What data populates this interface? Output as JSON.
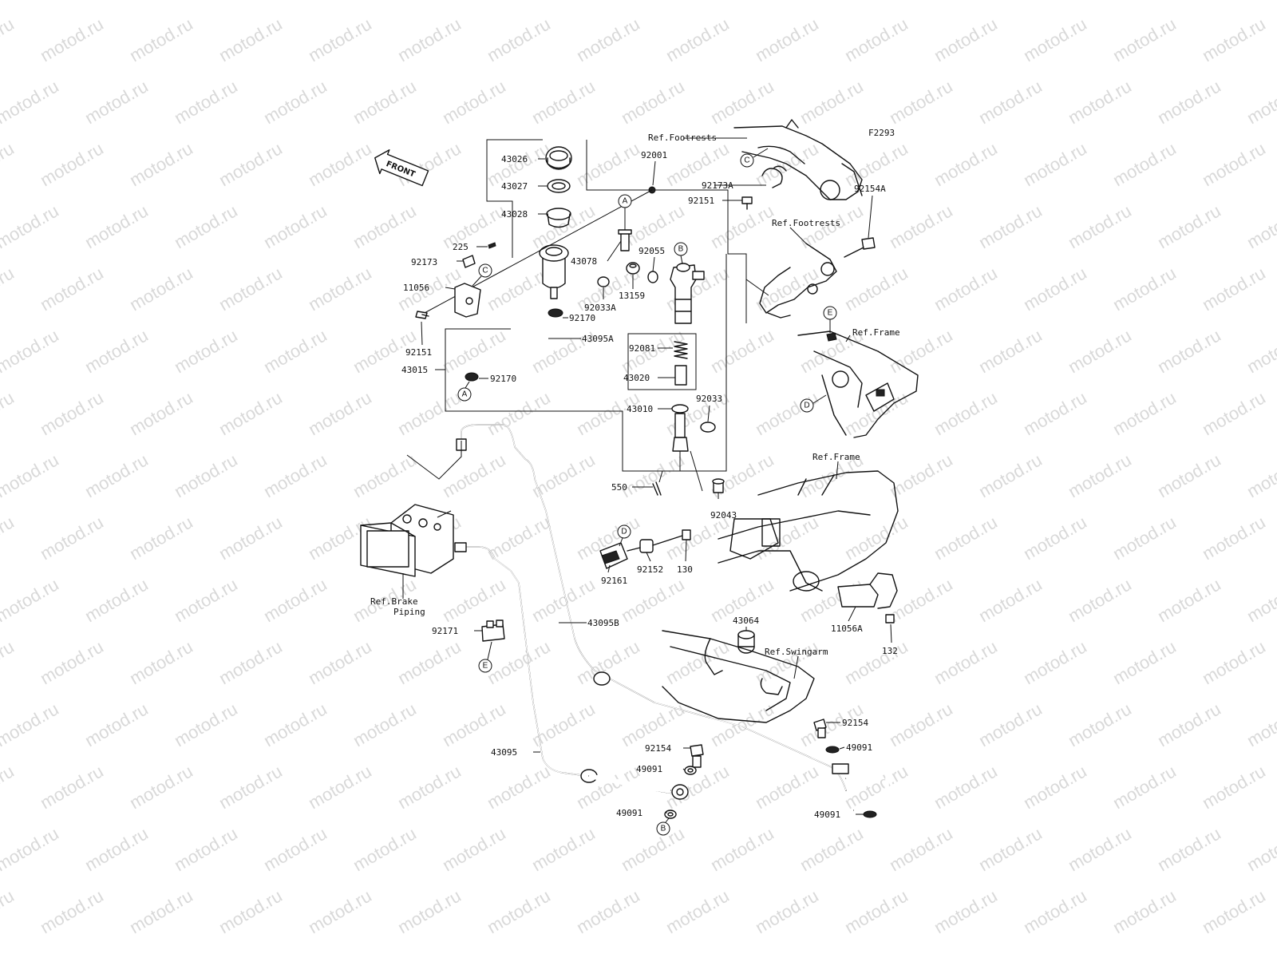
{
  "diagram": {
    "figure_code": "F2293",
    "front_arrow": "FRONT",
    "watermark": "motod.ru",
    "part_numbers": {
      "p43026": "43026",
      "p43027": "43027",
      "p43028": "43028",
      "p92001": "92001",
      "p225": "225",
      "p92173": "92173",
      "p11056": "11056",
      "p92151a": "92151",
      "p43078": "43078",
      "p92055": "92055",
      "p13159": "13159",
      "p92033A": "92033A",
      "p92170a": "92170",
      "p43095A": "43095A",
      "p43015": "43015",
      "p92170b": "92170",
      "p92081": "92081",
      "p43020": "43020",
      "p43010": "43010",
      "p92033": "92033",
      "p550": "550",
      "p92043": "92043",
      "p92173A": "92173A",
      "p92151b": "92151",
      "p92154A": "92154A",
      "p92161": "92161",
      "p92152": "92152",
      "p130": "130",
      "p43064": "43064",
      "p11056A": "11056A",
      "p132": "132",
      "p43095B": "43095B",
      "p92171": "92171",
      "p43095": "43095",
      "p92154a": "92154",
      "p49091a": "49091",
      "p49091b": "49091",
      "p92154b": "92154",
      "p49091c": "49091",
      "p49091d": "49091"
    },
    "references": {
      "footrests_top": "Ref.Footrests",
      "footrests_mid": "Ref.Footrests",
      "frame_upper": "Ref.Frame",
      "frame_lower": "Ref.Frame",
      "swingarm": "Ref.Swingarm",
      "brake_line1": "Ref.Brake",
      "brake_line2": "Piping"
    },
    "callouts": {
      "c_top": "C",
      "c_left": "C",
      "a_top": "A",
      "a_bottom": "A",
      "b_top": "B",
      "b_bottom": "B",
      "d_frame": "D",
      "d_pedal": "D",
      "e_frame": "E",
      "e_clamp": "E"
    }
  }
}
